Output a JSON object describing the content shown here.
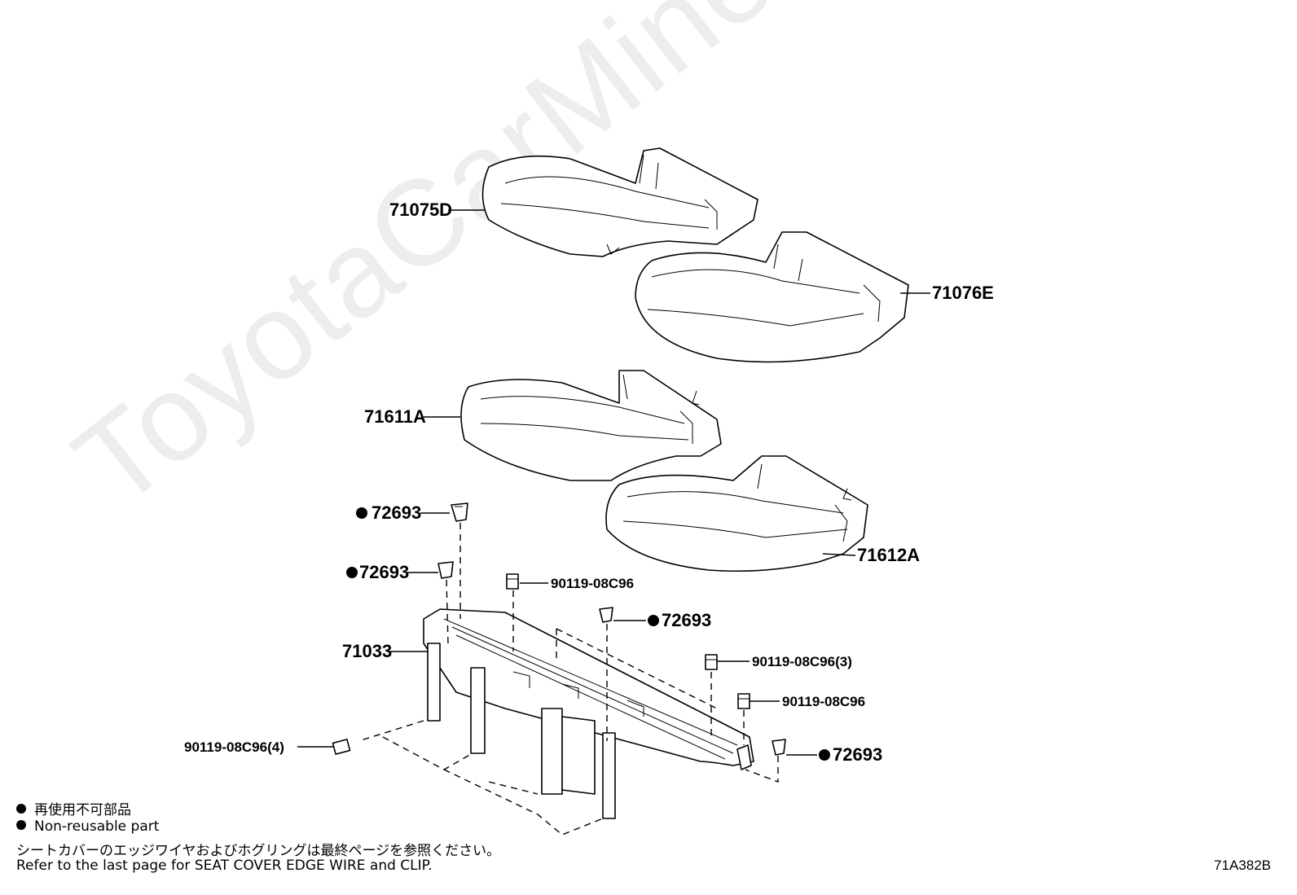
{
  "watermark": "ToyotaCarMine.ru",
  "parts": {
    "cover_left": "71075D",
    "cover_right": "71076E",
    "pad_left": "71611A",
    "pad_right": "71612A",
    "frame": "71033",
    "clip_1": "72693",
    "clip_2": "72693",
    "clip_3": "72693",
    "clip_4": "72693",
    "bolt_1": "90119-08C96",
    "bolt_2": "90119-08C96(3)",
    "bolt_3": "90119-08C96",
    "bolt_4": "90119-08C96(4)"
  },
  "legend": {
    "non_reusable_jp": "再使用不可部品",
    "non_reusable_en": "Non-reusable part",
    "note_jp": "シートカバーのエッジワイヤおよびホグリングは最終ページを参照ください。",
    "note_en": "Refer to the last page for SEAT COVER EDGE WIRE and CLIP."
  },
  "ref_code": "71A382B"
}
